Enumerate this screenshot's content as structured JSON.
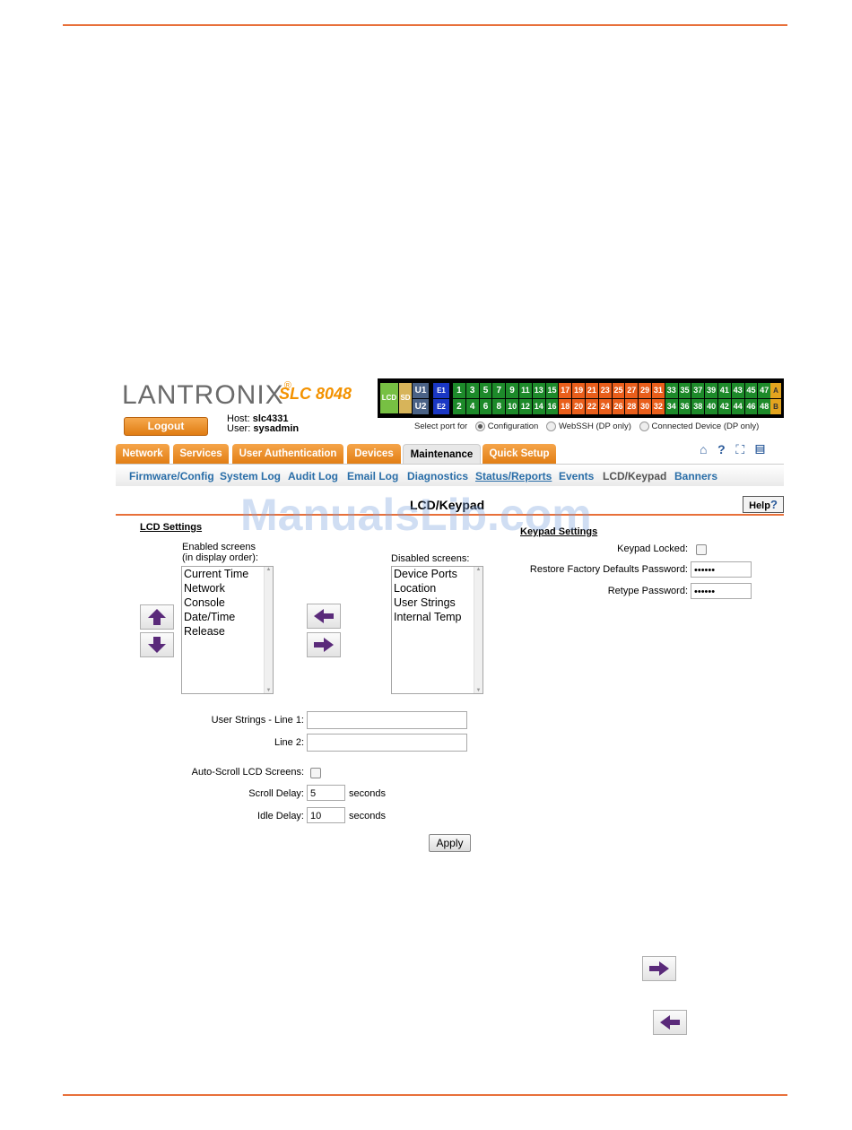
{
  "header": {
    "logo_text": "LANTRONIX",
    "logo_mark": "®",
    "model": "SLC 8048",
    "logout_label": "Logout",
    "host_label": "Host:",
    "host_value": "slc4331",
    "user_label": "User:",
    "user_value": "sysadmin"
  },
  "port_panel": {
    "lcd": "LCD",
    "sd": "SD",
    "u1": "U1",
    "u2": "U2",
    "e1": "E1",
    "e2": "E2",
    "top_ports": [
      "1",
      "3",
      "5",
      "7",
      "9",
      "11",
      "13",
      "15",
      "17",
      "19",
      "21",
      "23",
      "25",
      "27",
      "29",
      "31",
      "33",
      "35",
      "37",
      "39",
      "41",
      "43",
      "45",
      "47"
    ],
    "bottom_ports": [
      "2",
      "4",
      "6",
      "8",
      "10",
      "12",
      "14",
      "16",
      "18",
      "20",
      "22",
      "24",
      "26",
      "28",
      "30",
      "32",
      "34",
      "36",
      "38",
      "40",
      "42",
      "44",
      "46",
      "48"
    ],
    "a": "A",
    "b": "B",
    "select_label": "Select port for",
    "options": [
      "Configuration",
      "WebSSH (DP only)",
      "Connected Device (DP only)"
    ],
    "selected_option": "Configuration"
  },
  "tabs": [
    "Network",
    "Services",
    "User Authentication",
    "Devices",
    "Maintenance",
    "Quick Setup"
  ],
  "active_tab": "Maintenance",
  "subnav": [
    "Firmware/Config",
    "System Log",
    "Audit Log",
    "Email Log",
    "Diagnostics",
    "Status/Reports",
    "Events",
    "LCD/Keypad",
    "Banners"
  ],
  "active_subnav": "LCD/Keypad",
  "page_title": "LCD/Keypad",
  "help_label": "Help",
  "watermark": "ManualsLib.com",
  "lcd_settings": {
    "heading": "LCD Settings",
    "enabled_label_1": "Enabled screens",
    "enabled_label_2": "(in display order):",
    "enabled_screens": [
      "Current Time",
      "Network",
      "Console",
      "Date/Time",
      "Release"
    ],
    "disabled_label": "Disabled screens:",
    "disabled_screens": [
      "Device Ports",
      "Location",
      "User Strings",
      "Internal Temp"
    ],
    "user_strings_line1_label": "User Strings - Line 1:",
    "user_strings_line1_value": "",
    "line2_label": "Line 2:",
    "line2_value": "",
    "auto_scroll_label": "Auto-Scroll LCD Screens:",
    "auto_scroll_checked": false,
    "scroll_delay_label": "Scroll Delay:",
    "scroll_delay_value": "5",
    "idle_delay_label": "Idle Delay:",
    "idle_delay_value": "10",
    "seconds": "seconds",
    "apply_label": "Apply"
  },
  "keypad_settings": {
    "heading": "Keypad Settings",
    "locked_label": "Keypad Locked:",
    "locked_checked": false,
    "restore_label": "Restore Factory Defaults Password:",
    "restore_value": "••••••",
    "retype_label": "Retype Password:",
    "retype_value": "••••••"
  },
  "colors": {
    "accent": "#e8703a",
    "tab_orange": "#e27e14",
    "link_blue": "#2a6ea8",
    "arrow_purple": "#5a2a7a"
  }
}
